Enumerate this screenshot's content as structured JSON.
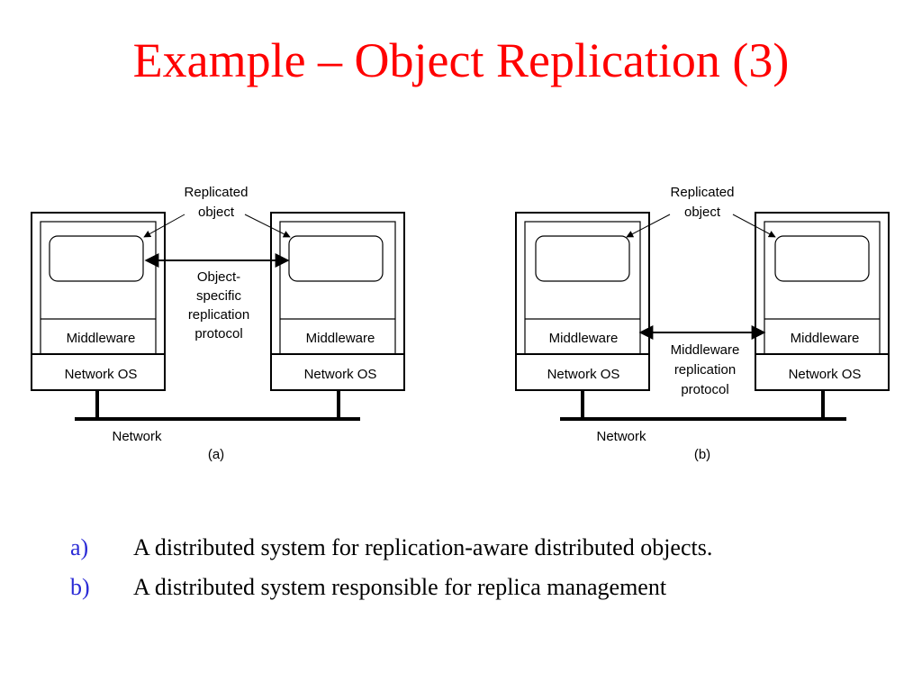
{
  "slide": {
    "title": "Example – Object Replication (3)"
  },
  "diagram_a": {
    "replicated_object_lines": [
      "Replicated",
      "object"
    ],
    "protocol_lines": [
      "Object-",
      "specific",
      "replication",
      "protocol"
    ],
    "machines": [
      {
        "middleware": "Middleware",
        "network_os": "Network OS"
      },
      {
        "middleware": "Middleware",
        "network_os": "Network OS"
      }
    ],
    "network_label": "Network",
    "caption": "(a)"
  },
  "diagram_b": {
    "replicated_object_lines": [
      "Replicated",
      "object"
    ],
    "protocol_lines": [
      "Middleware",
      "replication",
      "protocol"
    ],
    "machines": [
      {
        "middleware": "Middleware",
        "network_os": "Network OS"
      },
      {
        "middleware": "Middleware",
        "network_os": "Network OS"
      }
    ],
    "network_label": "Network",
    "caption": "(b)"
  },
  "captions": [
    {
      "marker": "a)",
      "text": "A distributed system for replication-aware distributed objects."
    },
    {
      "marker": "b)",
      "text": "A distributed system responsible for replica management"
    }
  ]
}
